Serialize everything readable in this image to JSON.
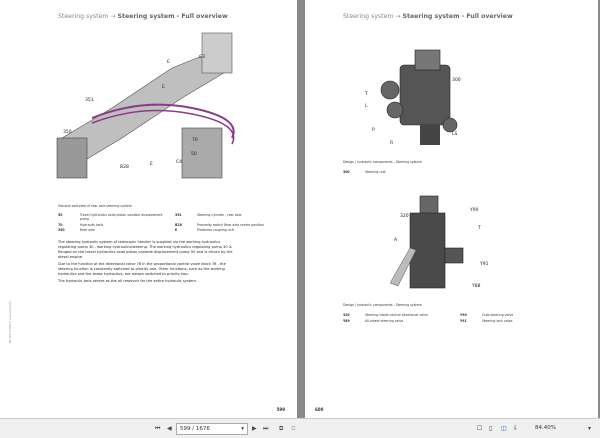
{
  "left_page": {
    "header_section": "Steering system",
    "arrow": "→",
    "header_title": "Steering system - Full overview",
    "callouts": [
      "C3",
      "E",
      "351",
      "350",
      "B28",
      "E",
      "C4",
      "50",
      "70",
      "E"
    ],
    "caption": "General overview of rear axle steering system",
    "legend": [
      [
        "50",
        "Travel hydraulics axial piston variable displacement pump",
        "351",
        "Steering cylinder - rear axle"
      ],
      [
        "70",
        "Hydraulic tank",
        "B28",
        "Proximity switch Rear axle centre position"
      ],
      [
        "350",
        "Rear axle",
        "E",
        "Pirotimeo coupling unit"
      ]
    ],
    "paragraphs": [
      "The steering hydraulic system of telescopic handler is supplied via the working hydraulics regulating pump 30 - working hydraulics/steering. The working hydraulics regulating pump 30 is flanged on the travel hydraulics axial piston variable displacement pump 50 and is driven by the diesel engine.",
      "Due to the function of the directional valve 76 in the proportional control valve block 76 , the steering function is constantly switched to priority one. Other functions, such as the working hydraulics and the brake hydraulics, are always switched to priority two.",
      "The hydraulic tank serves as the oil reservoir for the entire hydraulic system."
    ],
    "side_text": "MLT/MT/TH/Full overview/Vol.",
    "page_number": "599"
  },
  "right_page": {
    "header_section": "Steering system",
    "arrow": "→",
    "header_title": "Steering system - Full overview",
    "fig1_callouts": [
      "300",
      "T",
      "L",
      "P",
      "R",
      "LS"
    ],
    "fig1_caption": "Design / hydraulic components - Steering system",
    "fig1_legend": [
      [
        "300",
        "Steering unit"
      ]
    ],
    "fig2_callouts": [
      "320",
      "A",
      "Y90",
      "T",
      "Y91",
      "Y88"
    ],
    "fig2_caption": "Design / hydraulic components - Steering system",
    "fig2_legend": [
      [
        "320",
        "Steering mode control directional valve",
        "Y90",
        "Crab steering valve"
      ],
      [
        "Y89",
        "All-wheel steering valve",
        "Y91",
        "Steering lock valve"
      ]
    ],
    "page_number": "600"
  },
  "toolbar": {
    "page_value": "599 / 1676",
    "zoom": "84.40%"
  }
}
